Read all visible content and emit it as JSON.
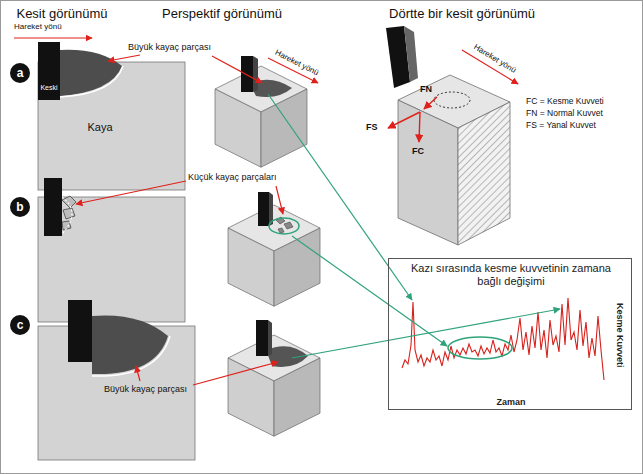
{
  "diagram": {
    "nodes": [
      {
        "text": [
          "a"
        ]
      },
      {
        "text": [
          "b"
        ]
      },
      {
        "text": [
          "c"
        ]
      },
      {
        "text": [
          "Kazı sırasında kesme kuvvetinin zamana bağlı değişimi",
          "Kesme Kuvveti",
          "Zaman"
        ]
      }
    ],
    "labels": [
      "Kesit görünümü",
      "Perspektif görünümü",
      "Dörtte bir kesit görünümü",
      "Hareket yönü",
      "Büyük kayaç parçası",
      "Hareket yönü",
      "Hareket yönü",
      "Keski",
      "Kaya",
      "FN",
      "FS",
      "FC",
      "FC = Kesme Kuvveti",
      "FN = Normal Kuvvet",
      "FS = Yanal Kuvvet",
      "Küçük kayaç parçaları",
      "Büyük kayaç parçası"
    ]
  }
}
